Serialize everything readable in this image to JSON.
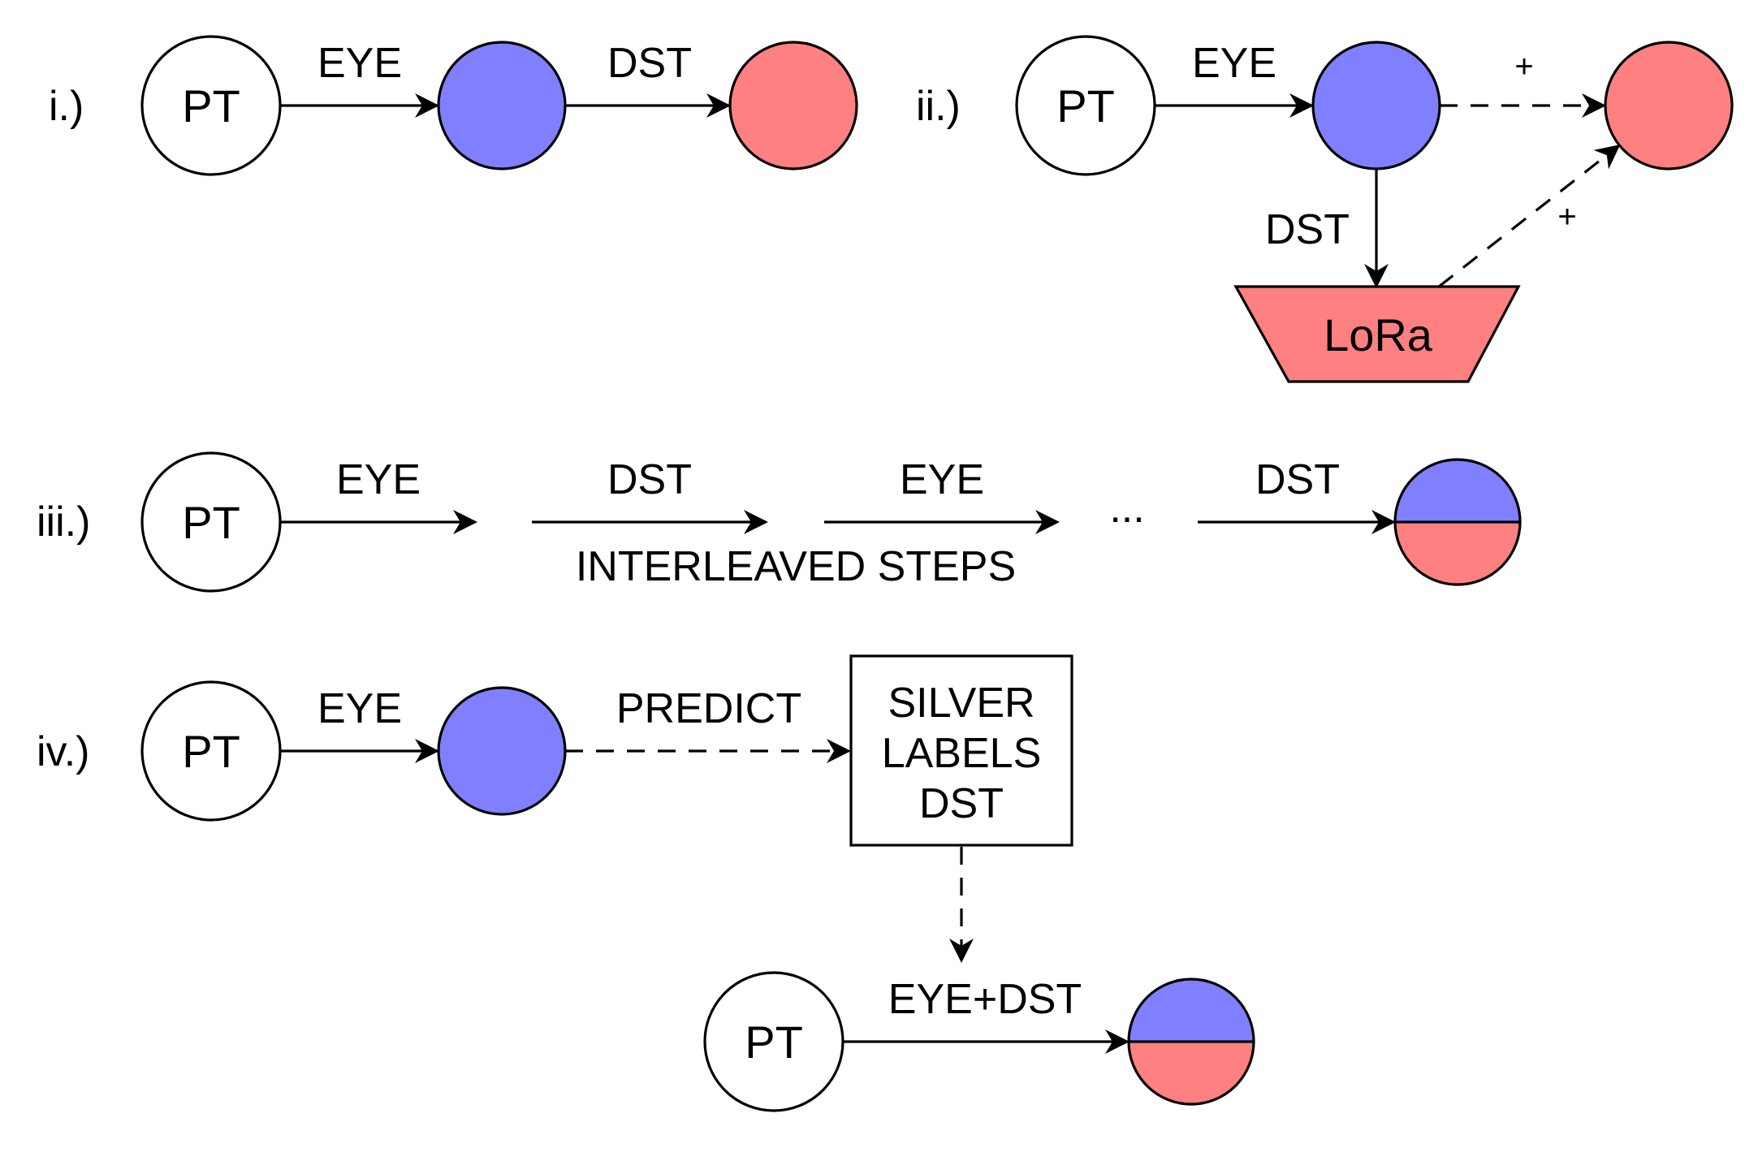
{
  "nodes": {
    "pt": "PT",
    "lora": "LoRa",
    "silver_labels": [
      "SILVER",
      "LABELS",
      "DST"
    ]
  },
  "panels": {
    "i": {
      "label": "i.)",
      "edge1": "EYE",
      "edge2": "DST"
    },
    "ii": {
      "label": "ii.)",
      "edge1": "EYE",
      "edge_down": "DST",
      "plus_top": "+",
      "plus_diag": "+"
    },
    "iii": {
      "label": "iii.)",
      "steps": [
        "EYE",
        "DST",
        "EYE",
        "DST"
      ],
      "ellipsis": "...",
      "caption": "INTERLEAVED STEPS"
    },
    "iv": {
      "label": "iv.)",
      "edge1": "EYE",
      "edge2": "PREDICT",
      "edge3": "EYE+DST"
    }
  },
  "colors": {
    "blue": "#8080ff",
    "red": "#ff8080",
    "white": "#ffffff",
    "stroke": "#000000"
  }
}
